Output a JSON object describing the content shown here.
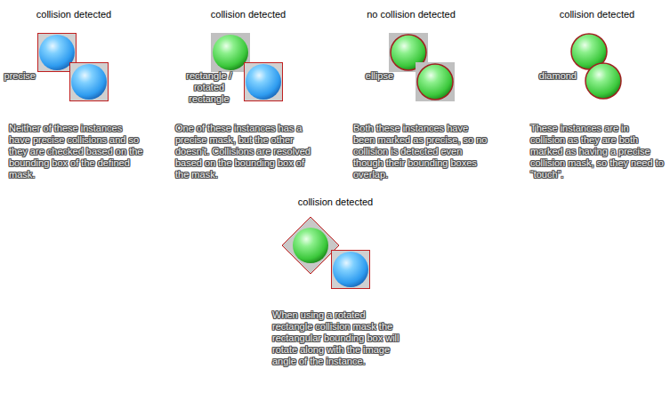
{
  "diagram": {
    "labels": [
      "collision detected",
      "precise",
      "Neither of these instances have precise collisions and so they are checked based on the bounding box of the defined mask.",
      "collision detected",
      "rectangle / rotated rectangle",
      "One of these instances has a precise mask, but the other doesn't. Collisions are resolved based on the bounding box of the mask.",
      "no collision detected",
      "ellipse",
      "Both these instances have been marked as precise, so no collision is detected even though their bounding boxes overlap.",
      "collision detected",
      "diamond",
      "These instances are in collision as they are both marked as having a precise collision mask, so they need to “touch”.",
      "collision detected",
      "When using a rotated rectangle collision mask the rectangular bounding box will rotate along with the image angle of the instance."
    ]
  }
}
